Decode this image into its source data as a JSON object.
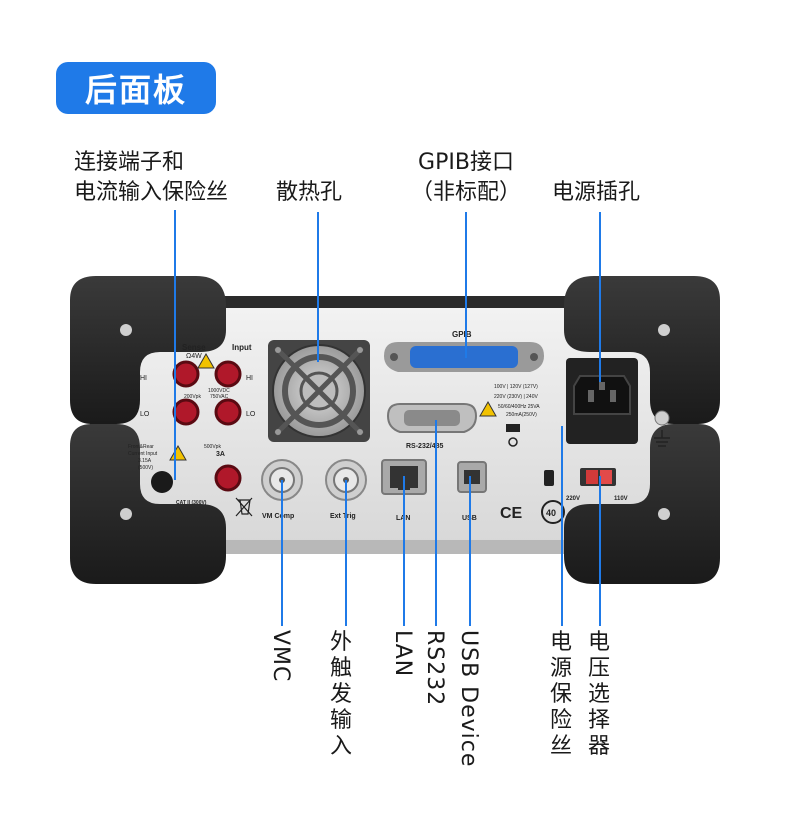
{
  "header": {
    "title": "后面板"
  },
  "callouts": {
    "terminals": [
      "连接端子和",
      "电流输入保险丝"
    ],
    "vent": "散热孔",
    "gpib": [
      "GPIB接口",
      "（非标配）"
    ],
    "power_socket": "电源插孔",
    "vmc": "VMC",
    "ext_trig": [
      "外",
      "触",
      "发",
      "输",
      "入"
    ],
    "lan": "LAN",
    "rs232": "RS232",
    "usb": "USB Device",
    "fuse": [
      "电",
      "源",
      "保",
      "险",
      "丝"
    ],
    "voltage_selector": [
      "电",
      "压",
      "选",
      "择",
      "器"
    ]
  },
  "panel": {
    "sense": "Sense",
    "sense_sub": "Ω4W",
    "input": "Input",
    "hi": "HI",
    "lo": "LO",
    "hi_r": "HI",
    "lo_r": "LO",
    "v200": "200Vpk",
    "v1000": "1000VDC",
    "v750": "750VAC",
    "v500": "500Vpk",
    "a3": "3A",
    "frontrear": "Front&Rear",
    "current_input": "Current Input",
    "fuse_rating": "3.15A",
    "fuse_v": "(500V)",
    "cat": "CAT II (300V)",
    "gpib": "GPIB",
    "rs232": "RS-232/485",
    "vmcomp": "VM Comp",
    "exttrig": "Ext Trig",
    "lan": "LAN",
    "usb": "USB",
    "ce": "CE",
    "rohs": "40",
    "volt1": "100V  |  120V  (127V)",
    "volt2": "220V  (230V)  |  240V",
    "freq": "50/60/400Hz  25VA",
    "fuse_spec": "250mA(250V)",
    "v220": "220V",
    "v110": "110V"
  },
  "colors": {
    "accent": "#1f7ae8",
    "leader": "#1f7ae8",
    "body": "#2a2a2a",
    "plate": "#e6e6e6",
    "terminal": "#b0182a"
  }
}
